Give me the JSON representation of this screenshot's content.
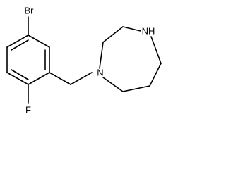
{
  "molecule": {
    "atoms": {
      "br": "Br",
      "f": "F",
      "n1": "N",
      "nh": "NH"
    }
  }
}
